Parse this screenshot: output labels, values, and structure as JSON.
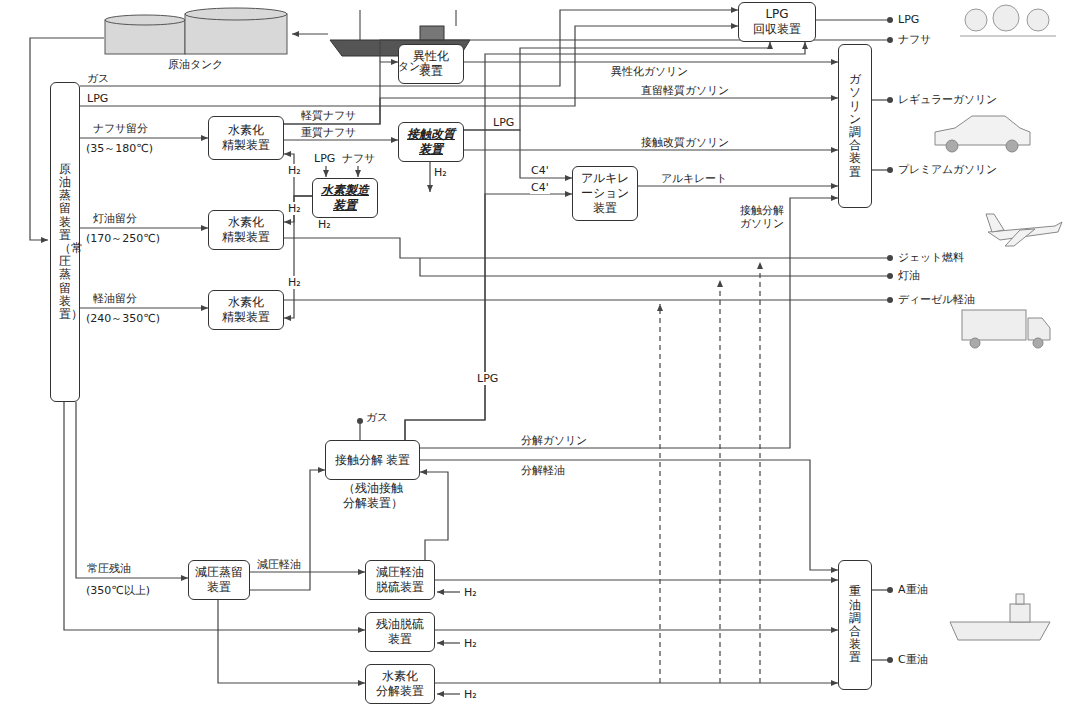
{
  "diagram": {
    "nodes": [
      {
        "text": [
          "原油蒸留装置（常圧蒸留装置）"
        ]
      },
      {
        "text": [
          "水素化 精製装置"
        ]
      },
      {
        "text": [
          "水素化 精製装置"
        ]
      },
      {
        "text": [
          "水素化 精製装置"
        ]
      },
      {
        "text": [
          "水素製造 装置"
        ]
      },
      {
        "text": [
          "異性化 装置"
        ]
      },
      {
        "text": [
          "接触改質 装置"
        ]
      },
      {
        "text": [
          "アルキレ ーション 装置"
        ]
      },
      {
        "text": [
          "LPG 回収装置"
        ]
      },
      {
        "text": [
          "ガソリン調合装置"
        ]
      },
      {
        "text": [
          "接触分解 装置",
          "（残油接触 分解装置）"
        ]
      },
      {
        "text": [
          "減圧蒸留 装置"
        ]
      },
      {
        "text": [
          "減圧軽油 脱硫装置"
        ]
      },
      {
        "text": [
          "残油脱硫 装置"
        ]
      },
      {
        "text": [
          "水素化 分解装置"
        ]
      },
      {
        "text": [
          "重油調合装置"
        ]
      }
    ],
    "edges": [
      {
        "from": 0,
        "to": 1,
        "arrow": "to",
        "label": "ナフサ留分"
      },
      {
        "from": 0,
        "to": 2,
        "arrow": "to",
        "label": "灯油留分"
      },
      {
        "from": 0,
        "to": 3,
        "arrow": "to",
        "label": "軽油留分"
      },
      {
        "from": 0,
        "to": 8,
        "arrow": "to",
        "label": "ガス"
      },
      {
        "from": 0,
        "to": 8,
        "arrow": "to",
        "label": "LPG"
      },
      {
        "from": 1,
        "to": 5,
        "arrow": "to",
        "label": "軽質ナフサ"
      },
      {
        "from": 1,
        "to": 9,
        "arrow": "to",
        "label": "直留軽質ガソリン"
      },
      {
        "from": 5,
        "to": 9,
        "arrow": "to",
        "label": "異性化ガソリン"
      },
      {
        "from": 1,
        "to": 6,
        "arrow": "to",
        "label": "重質ナフサ"
      },
      {
        "from": 6,
        "to": 9,
        "arrow": "to",
        "label": "接触改質ガソリン"
      },
      {
        "from": 6,
        "to": 8,
        "arrow": "to",
        "label": "LPG"
      },
      {
        "from": 6,
        "to": 7,
        "arrow": "to",
        "label": "C4'"
      },
      {
        "from": 10,
        "to": 7,
        "arrow": "to",
        "label": "C4'"
      },
      {
        "from": 10,
        "to": 8,
        "arrow": "to",
        "label": "LPG"
      },
      {
        "from": 7,
        "to": 9,
        "arrow": "to",
        "label": "アルキレート"
      },
      {
        "from": 10,
        "to": 9,
        "arrow": "to",
        "label": "分解ガソリン"
      },
      {
        "from": 10,
        "to": 15,
        "arrow": "to",
        "label": "分解軽油"
      },
      {
        "from": 4,
        "to": 1,
        "arrow": "to",
        "label": "H₂"
      },
      {
        "from": 4,
        "to": 2,
        "arrow": "to",
        "label": "H₂"
      },
      {
        "from": 4,
        "to": 3,
        "arrow": "to",
        "label": "H₂"
      },
      {
        "from": 0,
        "to": 11,
        "arrow": "to",
        "label": "常圧残油"
      },
      {
        "from": 0,
        "to": 13,
        "arrow": "to"
      },
      {
        "from": 11,
        "to": 12,
        "arrow": "to",
        "label": "減圧軽油"
      },
      {
        "from": 11,
        "to": 10,
        "arrow": "to"
      },
      {
        "from": 12,
        "to": 10,
        "arrow": "to"
      },
      {
        "from": 11,
        "to": 14,
        "arrow": "to"
      },
      {
        "from": 12,
        "to": 15,
        "arrow": "to"
      },
      {
        "from": 13,
        "to": 15,
        "arrow": "to"
      },
      {
        "from": 14,
        "to": 15,
        "arrow": "to"
      }
    ],
    "labels": [
      "原油タンク",
      "タンカー",
      "(35～180℃)",
      "(170～250℃)",
      "(240～350℃)",
      "(350℃以上)",
      "接触分解ガソリン",
      "ガス",
      "LPG",
      "ナフサ",
      "H₂",
      "H₂",
      "H₂",
      "H₂",
      "H₂",
      "LPG",
      "ナフサ",
      "レギュラーガソリン",
      "プレミアムガソリン",
      "ジェット燃料",
      "灯油",
      "ディーゼル軽油",
      "A重油",
      "C重油"
    ]
  }
}
